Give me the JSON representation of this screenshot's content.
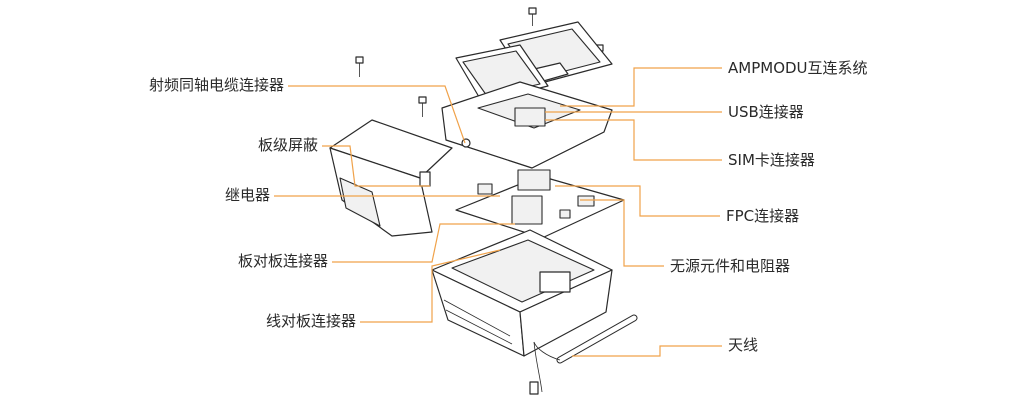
{
  "accent_color": "#f0a24a",
  "labels_left": [
    {
      "id": "rf",
      "text": "射频同轴电缆连接器"
    },
    {
      "id": "shield",
      "text": "板级屏蔽"
    },
    {
      "id": "relay",
      "text": "继电器"
    },
    {
      "id": "b2b",
      "text": "板对板连接器"
    },
    {
      "id": "w2b",
      "text": "线对板连接器"
    }
  ],
  "labels_right": [
    {
      "id": "ampmodu",
      "text": "AMPMODU互连系统"
    },
    {
      "id": "usb",
      "text": "USB连接器"
    },
    {
      "id": "sim",
      "text": "SIM卡连接器"
    },
    {
      "id": "fpc",
      "text": "FPC连接器"
    },
    {
      "id": "passive",
      "text": "无源元件和电阻器"
    },
    {
      "id": "antenna",
      "text": "天线"
    }
  ]
}
